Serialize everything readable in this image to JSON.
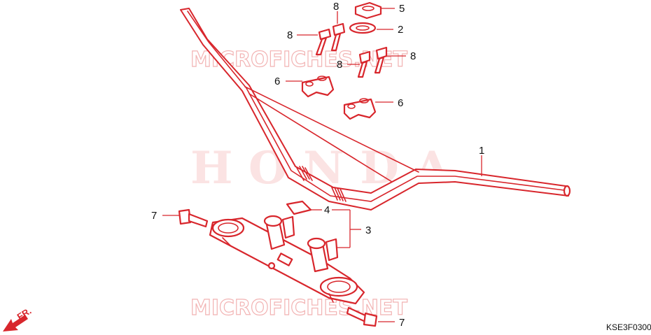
{
  "watermarks": {
    "top": "MICROFICHES.NET",
    "center": "HONDA",
    "bottom": "MICROFICHES.NET"
  },
  "callouts": {
    "c1": "1",
    "c2": "2",
    "c3": "3",
    "c4": "4",
    "c5": "5",
    "c6a": "6",
    "c6b": "6",
    "c7a": "7",
    "c7b": "7",
    "c8a": "8",
    "c8b": "8",
    "c8c": "8",
    "c8d": "8"
  },
  "direction": {
    "label": "FR."
  },
  "diagram_code": "KSE3F0300",
  "colors": {
    "line": "#d8262c",
    "watermark": "#f2b3b3"
  }
}
